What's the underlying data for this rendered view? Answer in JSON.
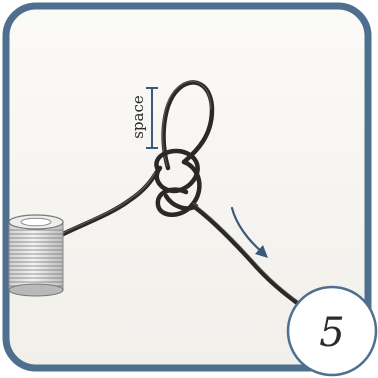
{
  "step": {
    "number": "5"
  },
  "annotation": {
    "space_label": "space"
  },
  "colors": {
    "frame_border": "#4e6f8e",
    "panel_background": "#f7f5f1",
    "wire": "#2b2926",
    "wire_highlight": "#8a8682",
    "arrow": "#3a5a7a",
    "bracket": "#3a5a7a",
    "badge_background": "#ffffff",
    "spool": "#e8e8e8"
  },
  "icons": {
    "direction_arrow": "curved-arrow",
    "spool": "wire-spool"
  }
}
